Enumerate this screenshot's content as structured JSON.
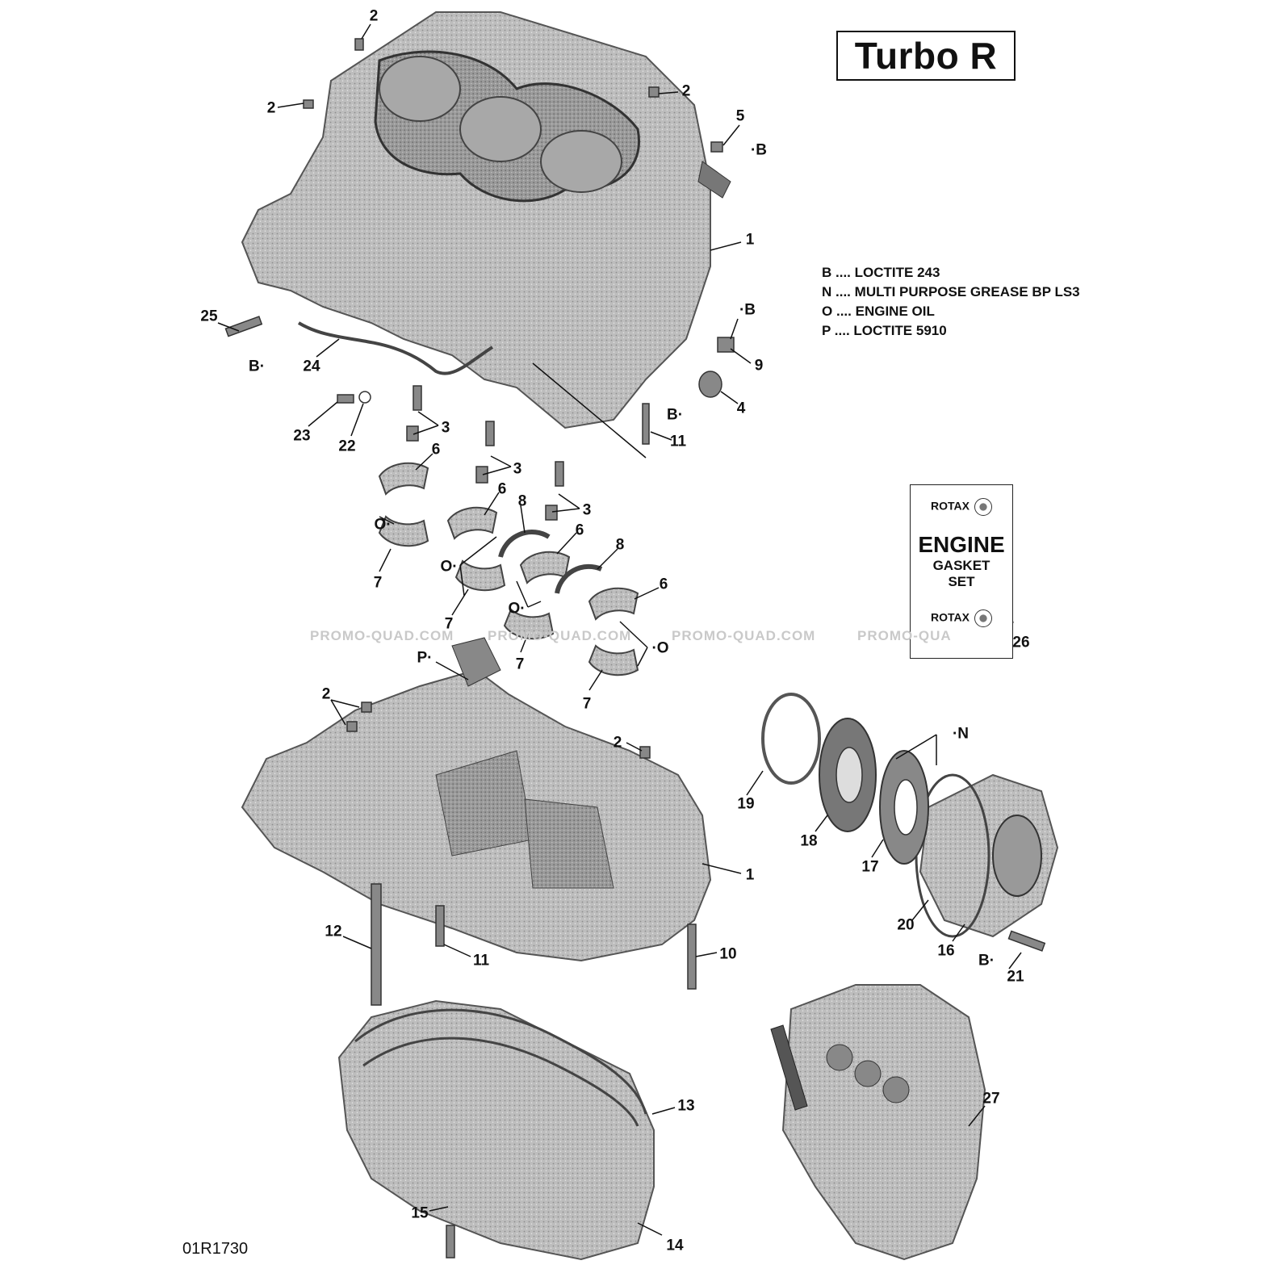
{
  "title": "Turbo R",
  "legend": [
    {
      "code": "B",
      "dots": "....",
      "text": "LOCTITE 243"
    },
    {
      "code": "N",
      "dots": "....",
      "text": "MULTI PURPOSE GREASE BP LS3"
    },
    {
      "code": "O",
      "dots": "....",
      "text": "ENGINE OIL"
    },
    {
      "code": "P",
      "dots": "....",
      "text": "LOCTITE 5910"
    }
  ],
  "callouts": {
    "c_2a": "2",
    "c_2b": "2",
    "c_2c": "2",
    "c_2d": "2",
    "c_2e": "2",
    "c_5": "5",
    "c_5b": "·B",
    "c_1a": "1",
    "c_1b": "1",
    "c_9b": "·B",
    "c_9": "9",
    "c_4": "4",
    "c_4b": "B·",
    "c_11a": "11",
    "c_11b": "11",
    "c_25": "25",
    "c_25b": "B·",
    "c_24": "24",
    "c_23": "23",
    "c_22": "22",
    "c_3a": "3",
    "c_3b": "3",
    "c_3c": "3",
    "c_6a": "6",
    "c_6b": "6",
    "c_6c": "6",
    "c_6d": "6",
    "c_8a": "8",
    "c_8b": "8",
    "c_o1": "O·",
    "c_o2": "O·",
    "c_o3": "O·",
    "c_o4": "·O",
    "c_7a": "7",
    "c_7b": "7",
    "c_7c": "7",
    "c_7d": "7",
    "c_p": "P·",
    "c_26": "26",
    "c_19": "19",
    "c_18": "18",
    "c_17": "17",
    "c_20": "20",
    "c_16": "16",
    "c_n": "·N",
    "c_21": "21",
    "c_21b": "B·",
    "c_12": "12",
    "c_10": "10",
    "c_13": "13",
    "c_14": "14",
    "c_15": "15",
    "c_27": "27"
  },
  "kit": {
    "brand": "ROTAX",
    "engine": "ENGINE",
    "line1": "GASKET",
    "line2": "SET"
  },
  "watermarks": [
    "PROMO-QUAD.COM",
    "PROMO-QUAD.COM",
    "PROMO-QUAD.COM",
    "PROMO-QUA"
  ],
  "reference": "01R1730"
}
